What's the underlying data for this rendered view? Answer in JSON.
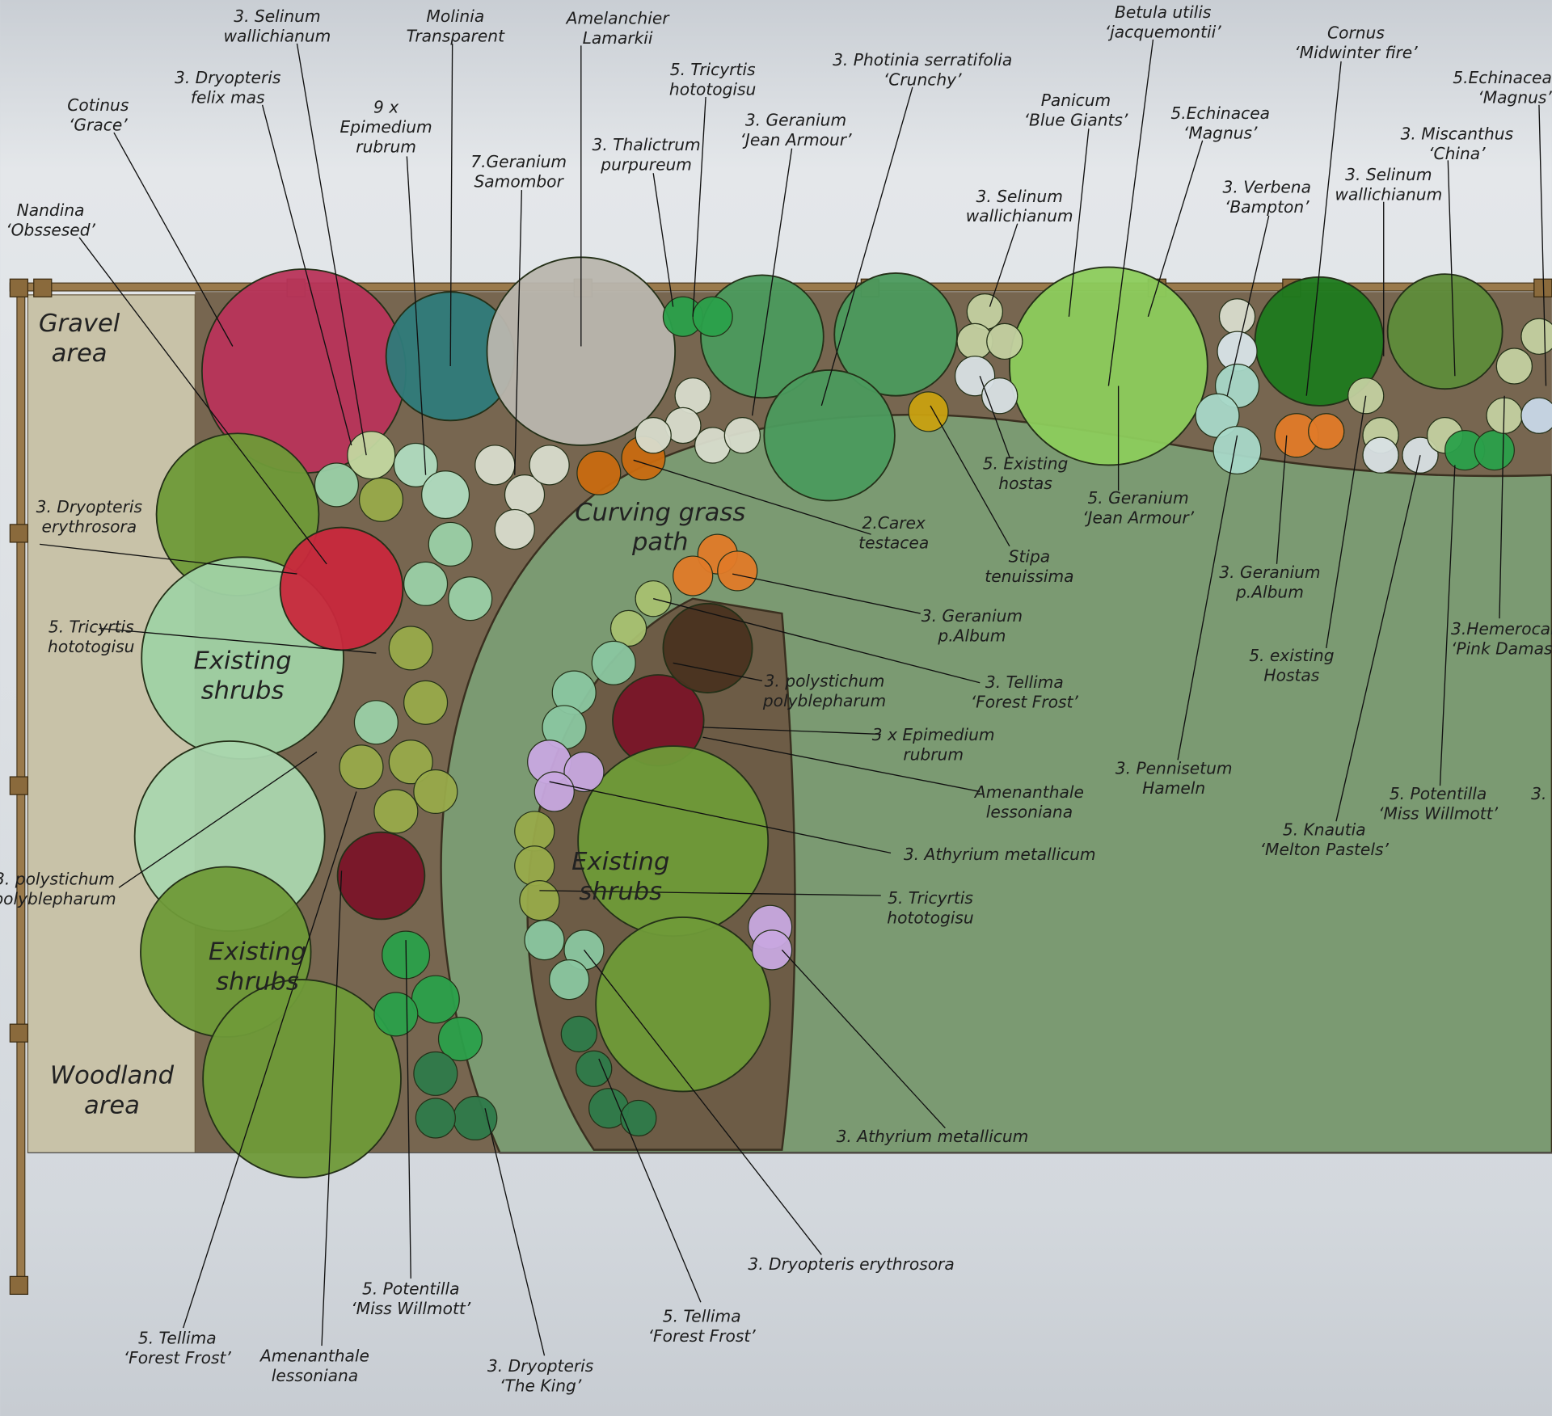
{
  "title": "Garden planting plan",
  "colors": {
    "lawn": "#7b9a72",
    "bed": "#776650",
    "gravel": "#c8c2a8",
    "fence": "#9a7a4c",
    "sky": "#d6dbe0"
  },
  "area_labels": [
    {
      "lines": [
        "Gravel",
        "area"
      ]
    },
    {
      "lines": [
        "Woodland",
        "area"
      ]
    },
    {
      "lines": [
        "Existing",
        "shrubs"
      ]
    },
    {
      "lines": [
        "Existing",
        "shrubs"
      ]
    },
    {
      "lines": [
        "Existing",
        "shrubs"
      ]
    },
    {
      "lines": [
        "Curving grass",
        "path"
      ]
    }
  ],
  "labels": [
    {
      "lines": [
        "3. Selinum",
        "wallichianum"
      ]
    },
    {
      "lines": [
        "Molinia",
        "Transparent"
      ]
    },
    {
      "lines": [
        "Amelanchier",
        "Lamarkii"
      ]
    },
    {
      "lines": [
        "Betula utilis",
        "‘jacquemontii’"
      ]
    },
    {
      "lines": [
        "Cornus",
        "‘Midwinter fire’"
      ]
    },
    {
      "lines": [
        "5.Echinacea",
        "‘Magnus’"
      ]
    },
    {
      "lines": [
        "3. Dryopteris",
        "felix mas"
      ]
    },
    {
      "lines": [
        "5. Tricyrtis",
        "hototogisu"
      ]
    },
    {
      "lines": [
        "3. Photinia serratifolia",
        "‘Crunchy’"
      ]
    },
    {
      "lines": [
        "Cotinus",
        "‘Grace’"
      ]
    },
    {
      "lines": [
        "9 x",
        "Epimedium",
        "rubrum"
      ]
    },
    {
      "lines": [
        "Panicum",
        "‘Blue Giants’"
      ]
    },
    {
      "lines": [
        "5.Echinacea",
        "‘Magnus’"
      ]
    },
    {
      "lines": [
        "3. Miscanthus",
        "‘China’"
      ]
    },
    {
      "lines": [
        "3. Thalictrum",
        "purpureum"
      ]
    },
    {
      "lines": [
        "3. Geranium",
        "‘Jean Armour’"
      ]
    },
    {
      "lines": [
        "7.Geranium",
        "Samombor"
      ]
    },
    {
      "lines": [
        "3. Verbena",
        "‘Bampton’"
      ]
    },
    {
      "lines": [
        "3. Selinum",
        "wallichianum"
      ]
    },
    {
      "lines": [
        "3. Selinum",
        "wallichianum"
      ]
    },
    {
      "lines": [
        "Nandina",
        "‘Obssesed’"
      ]
    },
    {
      "lines": [
        "3. Dryopteris",
        "erythrosora"
      ]
    },
    {
      "lines": [
        "5. Tricyrtis",
        "hototogisu"
      ]
    },
    {
      "lines": [
        "2.Carex",
        "testacea"
      ]
    },
    {
      "lines": [
        "5. Existing",
        "hostas"
      ]
    },
    {
      "lines": [
        "Stipa",
        "tenuissima"
      ]
    },
    {
      "lines": [
        "5. Geranium",
        "‘Jean Armour’"
      ]
    },
    {
      "lines": [
        "3. Geranium",
        "p.Album"
      ]
    },
    {
      "lines": [
        "3.Hemerocallis",
        "‘Pink Damask’"
      ]
    },
    {
      "lines": [
        "3. Geranium",
        "p.Album"
      ]
    },
    {
      "lines": [
        "5. existing",
        "Hostas"
      ]
    },
    {
      "lines": [
        "3. Tellima",
        "‘Forest Frost’"
      ]
    },
    {
      "lines": [
        "3. polystichum",
        "polyblepharum"
      ]
    },
    {
      "lines": [
        "3 x Epimedium",
        "rubrum"
      ]
    },
    {
      "lines": [
        "Amenanthale",
        "lessoniana"
      ]
    },
    {
      "lines": [
        "3. Pennisetum",
        "Hameln"
      ]
    },
    {
      "lines": [
        "5. Potentilla",
        "‘Miss Willmott’"
      ]
    },
    {
      "lines": [
        "3."
      ]
    },
    {
      "lines": [
        "5. Knautia",
        "‘Melton Pastels’"
      ]
    },
    {
      "lines": [
        "3. Athyrium metallicum"
      ]
    },
    {
      "lines": [
        "5. Tricyrtis",
        "hototogisu"
      ]
    },
    {
      "lines": [
        "3. polystichum",
        "polyblepharum"
      ]
    },
    {
      "lines": [
        "3. Athyrium metallicum"
      ]
    },
    {
      "lines": [
        "3. Dryopteris erythrosora"
      ]
    },
    {
      "lines": [
        "5. Tellima",
        "‘Forest Frost’"
      ]
    },
    {
      "lines": [
        "5. Potentilla",
        "‘Miss Willmott’"
      ]
    },
    {
      "lines": [
        "5. Tellima",
        "‘Forest Frost’"
      ]
    },
    {
      "lines": [
        "Amenanthale",
        "lessoniana"
      ]
    },
    {
      "lines": [
        "3. Dryopteris",
        "‘The King’"
      ]
    }
  ]
}
